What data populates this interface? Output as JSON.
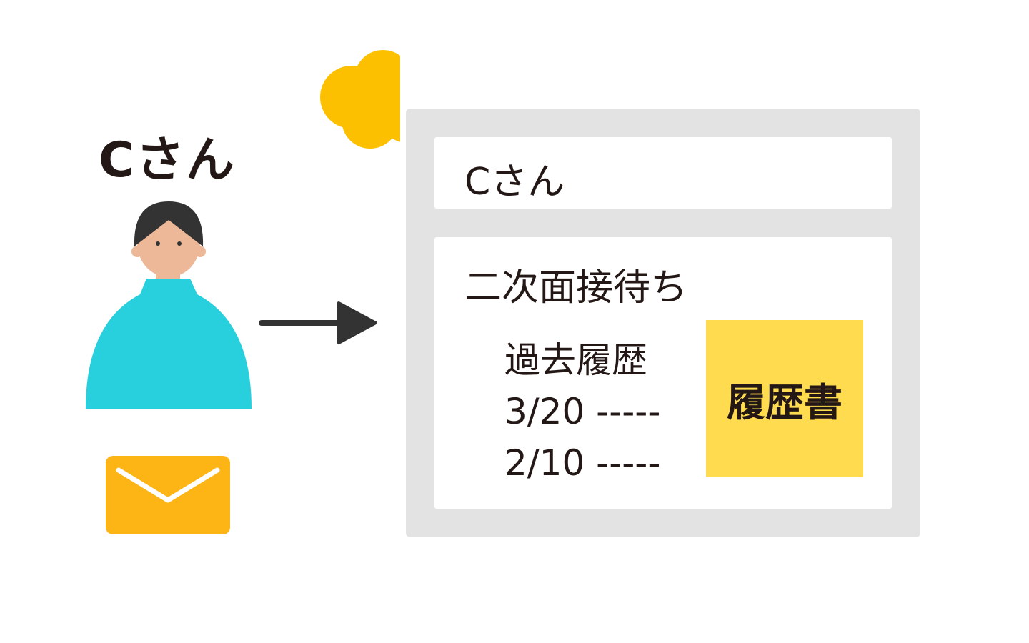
{
  "person": {
    "name": "Cさん"
  },
  "record": {
    "name": "Cさん",
    "status": "二次面接待ち",
    "history_title": "過去履歴",
    "history": [
      "3/20 -----",
      "2/10 -----"
    ],
    "resume_label": "履歴書"
  },
  "colors": {
    "shirt": "#27d0dc",
    "skin": "#ecb898",
    "hair": "#333333",
    "envelope": "#fdb515",
    "cloud": "#fdc000",
    "note": "#ffdc4f",
    "panel": "#e3e3e3"
  }
}
